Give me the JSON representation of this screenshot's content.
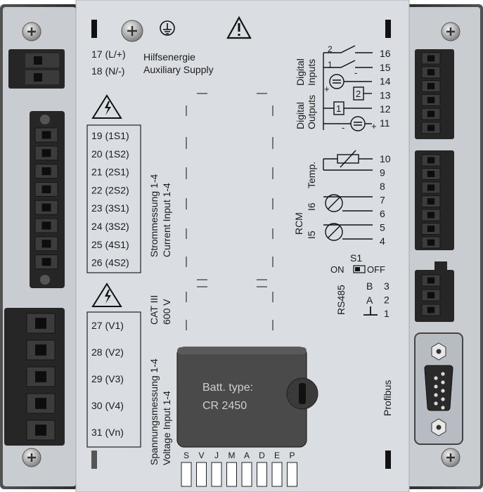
{
  "supply": {
    "terminals": [
      "17 (L/+)",
      "18 (N/-)"
    ],
    "label_de": "Hilfsenergie",
    "label_en": "Auxiliary Supply"
  },
  "current_input": {
    "terminals": [
      "19 (1S1)",
      "20 (1S2)",
      "21 (2S1)",
      "22 (2S2)",
      "23 (3S1)",
      "24 (3S2)",
      "25 (4S1)",
      "26 (4S2)"
    ],
    "label_de": "Strommessung 1-4",
    "label_en": "Current Input 1-4"
  },
  "voltage_input": {
    "terminals": [
      "27 (V1)",
      "28 (V2)",
      "29 (V3)",
      "30 (V4)",
      "31 (Vn)"
    ],
    "label_de": "Spannungsmessung 1-4",
    "label_en": "Voltage Input 1-4",
    "category": "CAT III",
    "voltage": "600 V"
  },
  "digital": {
    "inputs_label_a": "Digital",
    "inputs_label_b": "Inputs",
    "outputs_label_a": "Digital",
    "outputs_label_b": "Outputs",
    "terminal_numbers": [
      "16",
      "15",
      "14",
      "13",
      "12",
      "11"
    ],
    "circuit_marks": [
      "1",
      "2",
      "2",
      "1",
      "+",
      "-",
      "+",
      "-"
    ]
  },
  "temp_rcm": {
    "terminal_numbers": [
      "10",
      "9",
      "8",
      "7",
      "6",
      "5",
      "4"
    ],
    "temp_label": "Temp.",
    "rcm_label": "RCM",
    "i5_label": "I5",
    "i6_label": "I6"
  },
  "rs485": {
    "switch_label": "S1",
    "on_label": "ON",
    "off_label": "OFF",
    "label": "RS485",
    "pins": [
      "B",
      "A"
    ],
    "terminal_numbers": [
      "3",
      "2",
      "1"
    ]
  },
  "profibus": {
    "label": "Profibus"
  },
  "battery": {
    "line1": "Batt. type:",
    "line2": "CR 2450"
  },
  "date_code": {
    "letters": [
      "S",
      "V",
      "J",
      "M",
      "A",
      "D",
      "E",
      "P"
    ]
  },
  "colors": {
    "panel": "#dadde2",
    "connector": "#2b2b2b",
    "battery_cover": "#4a4a4a",
    "frame": "#3b3b3b"
  }
}
